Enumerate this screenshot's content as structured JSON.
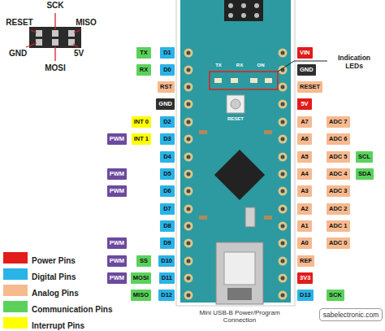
{
  "diagram": {
    "nodes": [
      {
        "text": [
          "TX"
        ]
      },
      {
        "text": [
          "D1"
        ]
      },
      {
        "text": [
          "RX"
        ]
      },
      {
        "text": [
          "D0"
        ]
      },
      {
        "text": [
          "RST"
        ]
      },
      {
        "text": [
          "GND"
        ]
      },
      {
        "text": [
          "INT 0"
        ]
      },
      {
        "text": [
          "D2"
        ]
      },
      {
        "text": [
          "PWM"
        ]
      },
      {
        "text": [
          "INT 1"
        ]
      },
      {
        "text": [
          "D3"
        ]
      },
      {
        "text": [
          "D4"
        ]
      },
      {
        "text": [
          "PWM"
        ]
      },
      {
        "text": [
          "D5"
        ]
      },
      {
        "text": [
          "PWM"
        ]
      },
      {
        "text": [
          "D6"
        ]
      },
      {
        "text": [
          "D7"
        ]
      },
      {
        "text": [
          "D8"
        ]
      },
      {
        "text": [
          "PWM"
        ]
      },
      {
        "text": [
          "D9"
        ]
      },
      {
        "text": [
          "PWM"
        ]
      },
      {
        "text": [
          "SS"
        ]
      },
      {
        "text": [
          "D10"
        ]
      },
      {
        "text": [
          "PWM"
        ]
      },
      {
        "text": [
          "MOSI"
        ]
      },
      {
        "text": [
          "D11"
        ]
      },
      {
        "text": [
          "MISO"
        ]
      },
      {
        "text": [
          "D12"
        ]
      },
      {
        "text": [
          "VIN"
        ]
      },
      {
        "text": [
          "GND"
        ]
      },
      {
        "text": [
          "RESET"
        ]
      },
      {
        "text": [
          "5V"
        ]
      },
      {
        "text": [
          "A7"
        ]
      },
      {
        "text": [
          "ADC 7"
        ]
      },
      {
        "text": [
          "A6"
        ]
      },
      {
        "text": [
          "ADC 6"
        ]
      },
      {
        "text": [
          "A5"
        ]
      },
      {
        "text": [
          "ADC 5"
        ]
      },
      {
        "text": [
          "SCL"
        ]
      },
      {
        "text": [
          "A4"
        ]
      },
      {
        "text": [
          "ADC 4"
        ]
      },
      {
        "text": [
          "SDA"
        ]
      },
      {
        "text": [
          "A3"
        ]
      },
      {
        "text": [
          "ADC 3"
        ]
      },
      {
        "text": [
          "A2"
        ]
      },
      {
        "text": [
          "ADC 2"
        ]
      },
      {
        "text": [
          "A1"
        ]
      },
      {
        "text": [
          "ADC 1"
        ]
      },
      {
        "text": [
          "A0"
        ]
      },
      {
        "text": [
          "ADC 0"
        ]
      },
      {
        "text": [
          "REF"
        ]
      },
      {
        "text": [
          "3V3"
        ]
      },
      {
        "text": [
          "D13"
        ]
      },
      {
        "text": [
          "SCK"
        ]
      }
    ],
    "labels": [
      "SCK",
      "RESET",
      "MISO",
      "GND",
      "5V",
      "MOSI",
      "Indication LEDs",
      "TX",
      "RX",
      "ON",
      "RESET",
      "Mini USB-B Power/Program Connection",
      "sabelectronic.com"
    ],
    "legend": [
      {
        "text": "Power Pins",
        "color": "#e21b1b"
      },
      {
        "text": "Digital Pins",
        "color": "#2ab3e6"
      },
      {
        "text": "Analog Pins",
        "color": "#f7b98e"
      },
      {
        "text": "Communication Pins",
        "color": "#5bd15b"
      },
      {
        "text": "Interrupt Pins",
        "color": "#ffff00"
      }
    ]
  }
}
